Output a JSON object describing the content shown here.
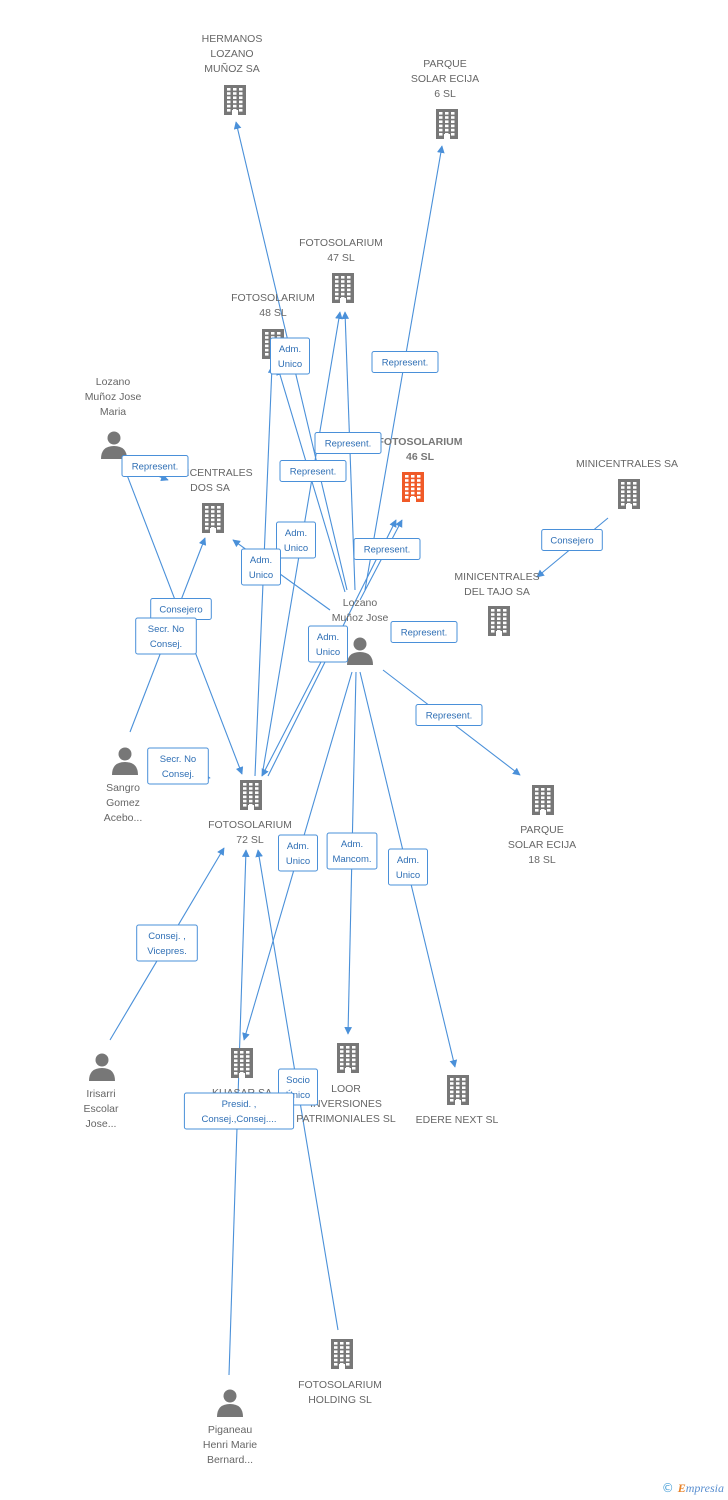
{
  "colors": {
    "edge": "#4a90d9",
    "node": "#777777",
    "focus": "#f05a28"
  },
  "nodes": [
    {
      "id": "hermanos",
      "type": "company",
      "label": [
        "HERMANOS",
        "LOZANO",
        "MUÑOZ SA"
      ]
    },
    {
      "id": "ecija6",
      "type": "company",
      "label": [
        "PARQUE",
        "SOLAR ECIJA",
        "6 SL"
      ]
    },
    {
      "id": "foto47",
      "type": "company",
      "label": [
        "FOTOSOLARIUM",
        "47 SL"
      ]
    },
    {
      "id": "foto48",
      "type": "company",
      "label": [
        "FOTOSOLARIUM",
        "48 SL"
      ]
    },
    {
      "id": "foto46",
      "type": "company",
      "focus": true,
      "label": [
        "FOTOSOLARIUM",
        "46 SL"
      ]
    },
    {
      "id": "minisa",
      "type": "company",
      "label": [
        "MINICENTRALES SA"
      ]
    },
    {
      "id": "minidos",
      "type": "company",
      "label": [
        "MINICENTRALES",
        "DOS SA"
      ]
    },
    {
      "id": "minitajo",
      "type": "company",
      "label": [
        "MINICENTRALES",
        "DEL TAJO SA"
      ]
    },
    {
      "id": "ecija18",
      "type": "company",
      "label": [
        "PARQUE",
        "SOLAR ECIJA",
        "18 SL"
      ]
    },
    {
      "id": "foto72",
      "type": "company",
      "label": [
        "FOTOSOLARIUM",
        "72 SL"
      ]
    },
    {
      "id": "kuasar",
      "type": "company",
      "label": [
        "KUASAR SA"
      ]
    },
    {
      "id": "loor",
      "type": "company",
      "label": [
        "LOOR",
        "INVERSIONES",
        "PATRIMONIALES SL"
      ]
    },
    {
      "id": "edere",
      "type": "company",
      "label": [
        "EDERE NEXT SL"
      ]
    },
    {
      "id": "holding",
      "type": "company",
      "label": [
        "FOTOSOLARIUM",
        "HOLDING  SL"
      ]
    },
    {
      "id": "lozmaria",
      "type": "person",
      "label": [
        "Lozano",
        "Muñoz Jose",
        "Maria"
      ]
    },
    {
      "id": "lozjose",
      "type": "person",
      "label": [
        "Lozano",
        "Muñoz Jose"
      ]
    },
    {
      "id": "sangro",
      "type": "person",
      "label": [
        "Sangro",
        "Gomez",
        "Acebo..."
      ]
    },
    {
      "id": "irisarri",
      "type": "person",
      "label": [
        "Irisarri",
        "Escolar",
        "Jose..."
      ]
    },
    {
      "id": "piganeau",
      "type": "person",
      "label": [
        "Piganeau",
        "Henri Marie",
        "Bernard..."
      ]
    }
  ],
  "edges": [
    {
      "from": "lozjose",
      "to": "hermanos"
    },
    {
      "from": "lozjose",
      "to": "ecija6"
    },
    {
      "from": "lozjose",
      "to": "foto47"
    },
    {
      "from": "lozjose",
      "to": "foto48"
    },
    {
      "from": "lozjose",
      "to": "foto46"
    },
    {
      "from": "lozjose",
      "to": "minidos"
    },
    {
      "from": "lozjose",
      "to": "ecija18"
    },
    {
      "from": "lozjose",
      "to": "foto72"
    },
    {
      "from": "lozjose",
      "to": "kuasar"
    },
    {
      "from": "lozjose",
      "to": "loor"
    },
    {
      "from": "lozjose",
      "to": "edere"
    },
    {
      "from": "lozmaria",
      "to": "minidos"
    },
    {
      "from": "lozmaria",
      "to": "foto72"
    },
    {
      "from": "minisa",
      "to": "minitajo"
    },
    {
      "from": "sangro",
      "to": "minidos"
    },
    {
      "from": "sangro",
      "to": "foto72"
    },
    {
      "from": "irisarri",
      "to": "foto72"
    },
    {
      "from": "piganeau",
      "to": "foto72"
    },
    {
      "from": "holding",
      "to": "foto72"
    },
    {
      "from": "foto72",
      "to": "foto48"
    },
    {
      "from": "foto72",
      "to": "foto47"
    },
    {
      "from": "foto72",
      "to": "foto46"
    }
  ],
  "edge_labels": [
    {
      "id": "l1",
      "lines": [
        "Adm.",
        "Unico"
      ]
    },
    {
      "id": "l2",
      "lines": [
        "Represent."
      ]
    },
    {
      "id": "l3",
      "lines": [
        "Represent."
      ]
    },
    {
      "id": "l4",
      "lines": [
        "Represent."
      ]
    },
    {
      "id": "l5",
      "lines": [
        "Represent."
      ]
    },
    {
      "id": "l6",
      "lines": [
        "Adm.",
        "Unico"
      ]
    },
    {
      "id": "l7",
      "lines": [
        "Represent."
      ]
    },
    {
      "id": "l8",
      "lines": [
        "Adm.",
        "Unico"
      ]
    },
    {
      "id": "l9",
      "lines": [
        "Consejero"
      ]
    },
    {
      "id": "l10",
      "lines": [
        "Consejero"
      ]
    },
    {
      "id": "l11",
      "lines": [
        "Secr.  No",
        "Consej."
      ]
    },
    {
      "id": "l12",
      "lines": [
        "Adm.",
        "Unico"
      ]
    },
    {
      "id": "l13",
      "lines": [
        "Represent."
      ]
    },
    {
      "id": "l14",
      "lines": [
        "Represent."
      ]
    },
    {
      "id": "l15",
      "lines": [
        "Secr.  No",
        "Consej."
      ]
    },
    {
      "id": "l16",
      "lines": [
        "Adm.",
        "Unico"
      ]
    },
    {
      "id": "l17",
      "lines": [
        "Adm.",
        "Mancom."
      ]
    },
    {
      "id": "l18",
      "lines": [
        "Adm.",
        "Unico"
      ]
    },
    {
      "id": "l19",
      "lines": [
        "Consej. ,",
        "Vicepres."
      ]
    },
    {
      "id": "l20",
      "lines": [
        "Socio",
        "Único"
      ]
    },
    {
      "id": "l21",
      "lines": [
        "Presid. ,",
        "Consej.,Consej...."
      ]
    }
  ],
  "footer": {
    "copyright": "©",
    "brand_e": "E",
    "brand_rest": "mpresia"
  }
}
